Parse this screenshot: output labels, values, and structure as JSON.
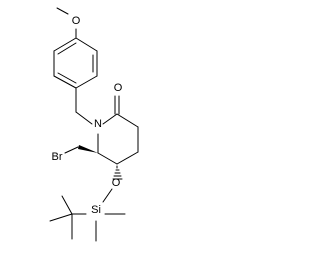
{
  "structure": {
    "atoms": {
      "methoxy_o": "O",
      "ring_n": "N",
      "carbonyl_o": "O",
      "bromine": "Br",
      "silyl_ether_o": "O",
      "silicon": "Si"
    }
  },
  "colors": {
    "bond": "#000000",
    "label": "#000000",
    "background": "#ffffff"
  }
}
